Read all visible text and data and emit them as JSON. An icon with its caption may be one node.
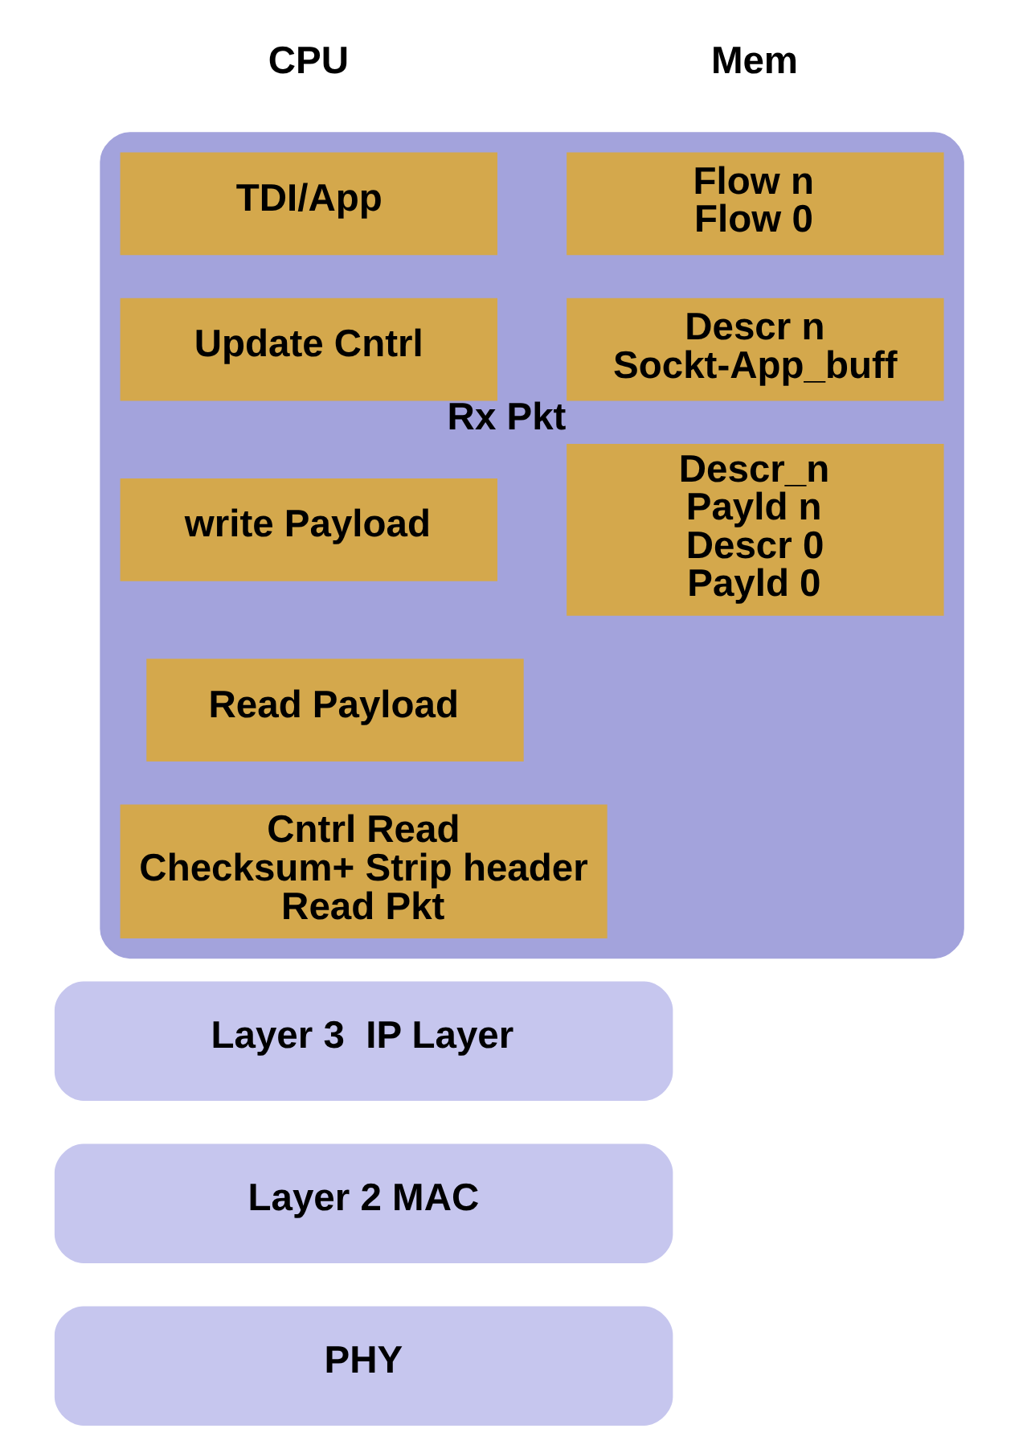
{
  "diagram": {
    "nodes": [
      {
        "text": [],
        "shape": "box"
      },
      {
        "text": [
          "TDI/App"
        ],
        "in": 0
      },
      {
        "text": [
          "Update Cntrl"
        ],
        "in": 0
      },
      {
        "text": [
          "write Payload"
        ],
        "in": 0
      },
      {
        "text": [
          "Read Payload"
        ],
        "in": 0
      },
      {
        "text": [
          "Cntrl Read",
          "Checksum+ Strip header",
          "Read Pkt"
        ],
        "in": 0
      },
      {
        "text": [
          "Flow n",
          "Flow 0"
        ],
        "in": 0
      },
      {
        "text": [
          "Descr n",
          "Sockt-App_buff"
        ],
        "in": 0
      },
      {
        "text": [
          "Descr_n",
          "Payld n",
          "Descr 0",
          "Payld 0"
        ],
        "in": 0,
        "beside": [
          "Rx Pkt"
        ]
      },
      {
        "text": [
          "Layer 3  IP Layer"
        ]
      },
      {
        "text": [
          "Layer 2 MAC"
        ]
      },
      {
        "text": [
          "PHY"
        ]
      }
    ],
    "edges": [],
    "labels": [
      "CPU",
      "Mem"
    ]
  }
}
